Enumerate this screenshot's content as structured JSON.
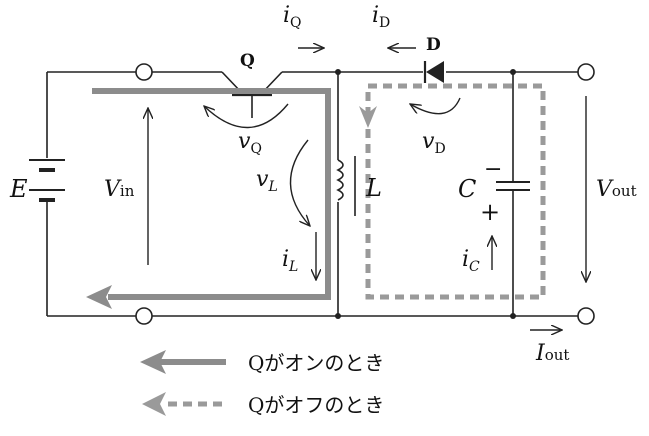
{
  "components": {
    "source": "E",
    "transistor": "Q",
    "inductor": "L",
    "capacitor": "C",
    "diode": "D",
    "cap_minus": "−",
    "cap_plus": "+"
  },
  "labels": {
    "v_in_main": "V",
    "v_in_sub": "in",
    "v_out_main": "V",
    "v_out_sub": "out",
    "i_out_main": "I",
    "i_out_sub": "out",
    "i_q_main": "i",
    "i_q_sub": "Q",
    "i_d_main": "i",
    "i_d_sub": "D",
    "v_q_main": "v",
    "v_q_sub": "Q",
    "v_d_main": "v",
    "v_d_sub": "D",
    "v_l_main": "v",
    "v_l_sub": "L",
    "i_l_main": "i",
    "i_l_sub": "L",
    "i_c_main": "i",
    "i_c_sub": "C"
  },
  "legend": {
    "on_label": "Qがオンのとき",
    "off_label": "Qがオフのとき"
  },
  "colors": {
    "wire": "#222222",
    "path_on": "#8c8c8c",
    "path_off": "#9a9a9a"
  }
}
